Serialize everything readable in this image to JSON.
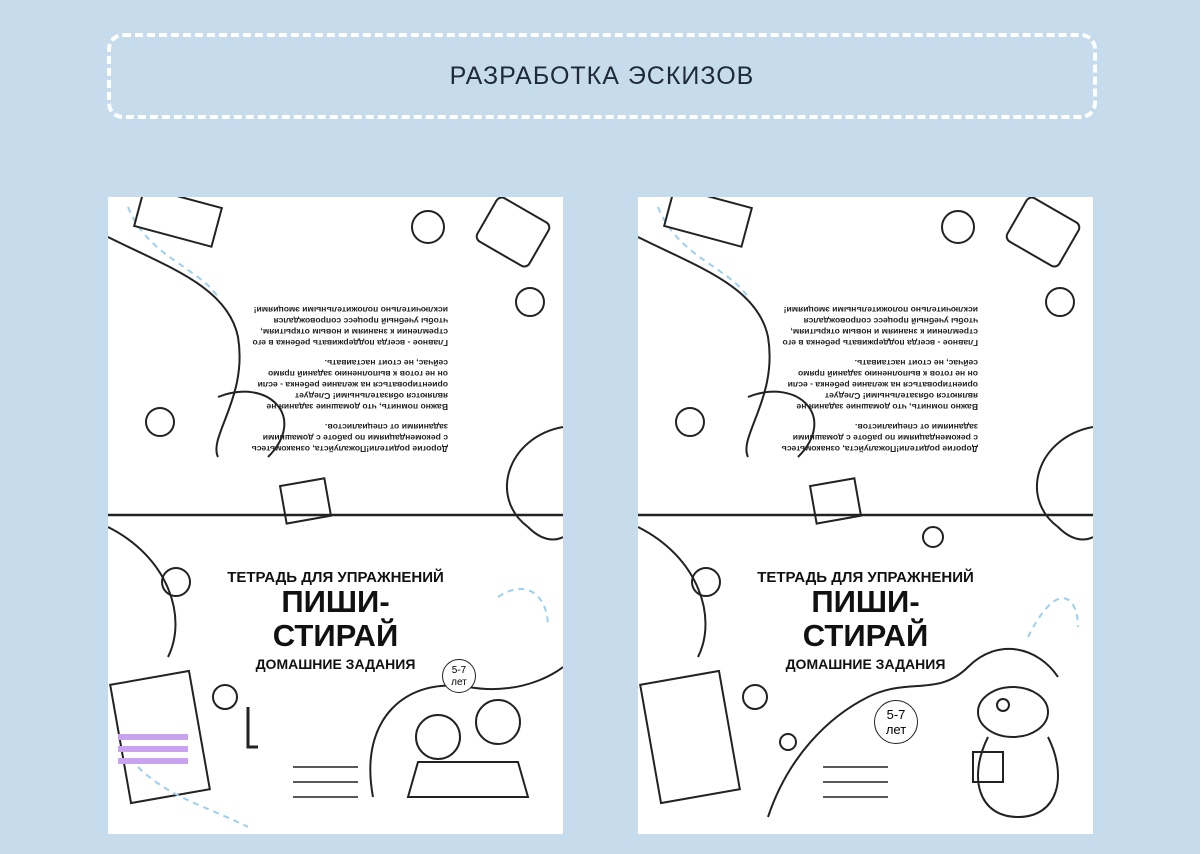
{
  "banner": {
    "title": "РАЗРАБОТКА ЭСКИЗОВ"
  },
  "pages": [
    {
      "back_text": [
        "Дорогие родители!Пожалуйста, ознакомьтесь с рекомендациями по работе с домашними заданиями от специалистов.",
        "Важно помнить, что домашние задания не являются обязательными! Следует ориентироваться на желание ребенка - если он не готов к выполнению заданий прямо сейчас, не стоит настаивать.",
        "Главное - всегда поддерживать ребенка в его стремлении к знаниям и новым открытиям, чтобы учебный процесс сопровождался исключительно положительными эмоциями!"
      ],
      "subtitle": "ТЕТРАДЬ ДЛЯ УПРАЖНЕНИЙ",
      "title_line1": "ПИШИ-",
      "title_line2": "СТИРАЙ",
      "tagline": "ДОМАШНИЕ ЗАДАНИЯ",
      "age_badge": "5-7 лет",
      "mascot": "children"
    },
    {
      "back_text": [
        "Дорогие родители!Пожалуйста, ознакомьтесь с рекомендациями по работе с домашними заданиями от специалистов.",
        "Важно помнить, что домашние задания не являются обязательными! Следует ориентироваться на желание ребенка - если он не готов к выполнению заданий прямо сейчас, не стоит настаивать.",
        "Главное - всегда поддерживать ребенка в его стремлении к знаниям и новым открытиям, чтобы учебный процесс сопровождался исключительно положительными эмоциями!"
      ],
      "subtitle": "ТЕТРАДЬ ДЛЯ УПРАЖНЕНИЙ",
      "title_line1": "ПИШИ-",
      "title_line2": "СТИРАЙ",
      "tagline": "ДОМАШНИЕ ЗАДАНИЯ",
      "age_badge": "5-7 лет",
      "mascot": "dinosaur"
    }
  ]
}
